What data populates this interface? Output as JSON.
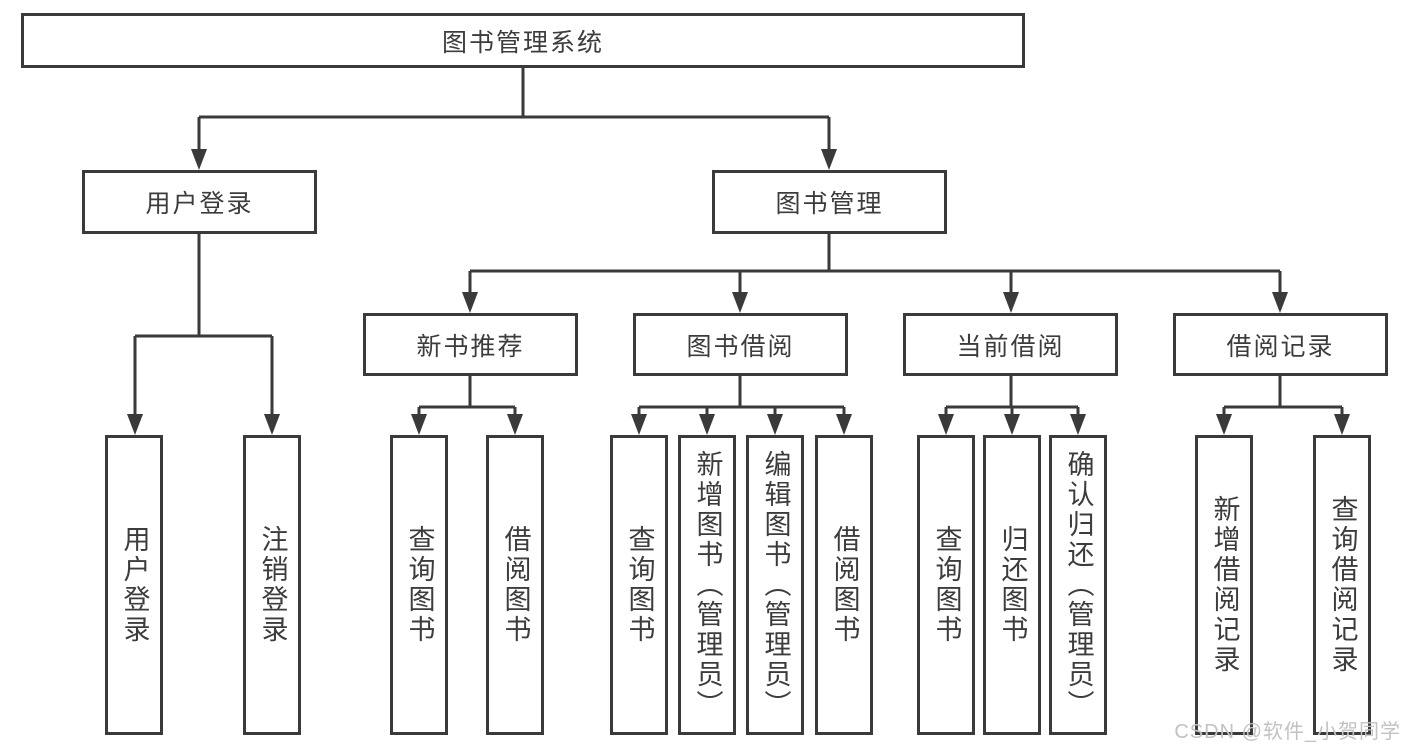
{
  "diagram": {
    "root": {
      "label": "图书管理系统"
    },
    "user_login": {
      "label": "用户登录",
      "children": [
        {
          "label": "用户登录"
        },
        {
          "label": "注销登录"
        }
      ]
    },
    "book_mgmt": {
      "label": "图书管理",
      "sections": [
        {
          "label": "新书推荐",
          "children": [
            {
              "label": "查询图书"
            },
            {
              "label": "借阅图书"
            }
          ]
        },
        {
          "label": "图书借阅",
          "children": [
            {
              "label": "查询图书"
            },
            {
              "label": "新增图书（管理员）"
            },
            {
              "label": "编辑图书（管理员）"
            },
            {
              "label": "借阅图书"
            }
          ]
        },
        {
          "label": "当前借阅",
          "children": [
            {
              "label": "查询图书"
            },
            {
              "label": "归还图书"
            },
            {
              "label": "确认归还（管理员）"
            }
          ]
        },
        {
          "label": "借阅记录",
          "children": [
            {
              "label": "新增借阅记录"
            },
            {
              "label": "查询借阅记录"
            }
          ]
        }
      ]
    }
  },
  "watermark": {
    "text": "CSDN @软件_小贺同学"
  },
  "colors": {
    "line": "#3a3a3a",
    "text": "#3c3c3c",
    "watermark": "#c2c2c2",
    "background": "#ffffff"
  }
}
